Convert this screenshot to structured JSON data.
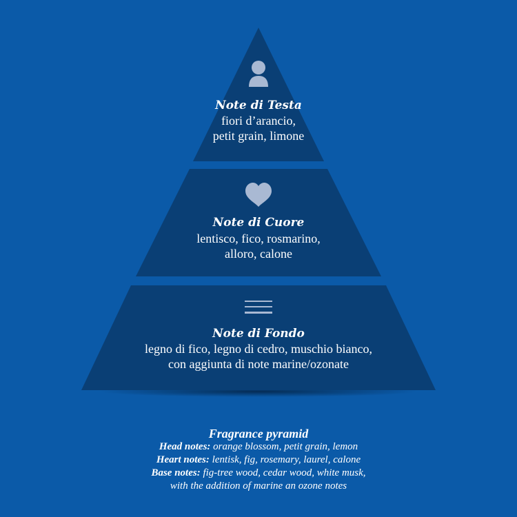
{
  "pyramid": {
    "top": {
      "icon": "person-icon",
      "title": "Note di Testa",
      "lines": [
        "fiori d’arancio,",
        "petit grain, limone"
      ]
    },
    "middle": {
      "icon": "heart-icon",
      "title": "Note di Cuore",
      "lines": [
        "lentisco, fico, rosmarino,",
        "alloro, calone"
      ]
    },
    "bottom": {
      "icon": "lines-icon",
      "title": "Note di Fondo",
      "lines": [
        "legno di fico, legno di cedro, muschio bianco,",
        "con aggiunta di note marine/ozonate"
      ]
    }
  },
  "caption": {
    "title": "Fragrance pyramid",
    "head_label": "Head notes:",
    "head_text": " orange blossom,  petit grain, lemon",
    "heart_label": "Heart notes:",
    "heart_text": " lentisk, fig, rosemary, laurel, calone",
    "base_label": "Base notes:",
    "base_text": " fig-tree wood, cedar wood, white musk,",
    "base_text2": "with the addition of marine an ozone notes"
  },
  "colors": {
    "background": "#0b5aa8",
    "tier": "#0a3f75",
    "icon": "#a9b9d3"
  }
}
